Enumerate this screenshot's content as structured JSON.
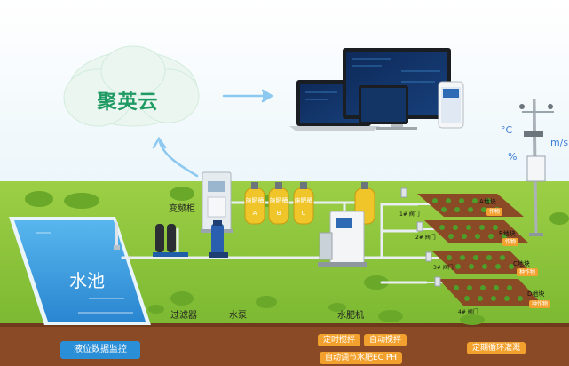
{
  "cloud": {
    "label": "聚英云"
  },
  "equipment": {
    "cabinet_label": "变频柜",
    "filter_label": "过滤器",
    "pump_label": "水泵",
    "fertigation_label": "水肥机",
    "pond_label": "水池"
  },
  "tanks": [
    {
      "name": "施肥桶",
      "letter": "A"
    },
    {
      "name": "施肥桶",
      "letter": "B"
    },
    {
      "name": "施肥桶",
      "letter": "C"
    }
  ],
  "zones": [
    {
      "name": "A地块",
      "valve": "1# 阀门",
      "tag": "作物"
    },
    {
      "name": "B地块",
      "valve": "2# 阀门",
      "tag": "作物"
    },
    {
      "name": "C地块",
      "valve": "3# 阀门",
      "tag": "种作物"
    },
    {
      "name": "D地块",
      "valve": "4# 阀门",
      "tag": "种作物"
    }
  ],
  "weather": {
    "temp_unit": "°C",
    "humidity_unit": "%",
    "wind_unit": "m/s"
  },
  "features": {
    "level_monitor": "液位数据监控",
    "timed_stir": "定时搅拌",
    "auto_stir": "自动搅拌",
    "auto_ec_ph": "自动调节水肥EC PH",
    "periodic_irrigation": "定期循环灌溉"
  },
  "colors": {
    "brand_green": "#1f9a63",
    "accent_orange": "#f3a12e",
    "pond_blue": "#2a8fd6",
    "grass": "#8cc63f",
    "soil": "#8a4a25"
  }
}
